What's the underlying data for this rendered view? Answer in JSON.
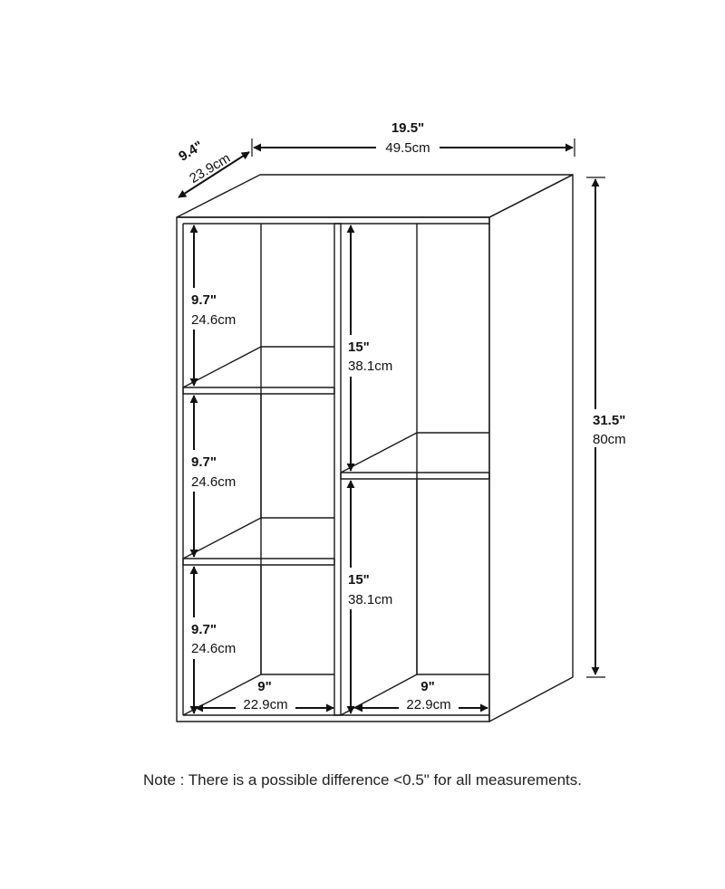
{
  "dimensions": {
    "width": {
      "inch": "19.5\"",
      "cm": "49.5cm"
    },
    "depth": {
      "inch": "9.4\"",
      "cm": "23.9cm"
    },
    "height": {
      "inch": "31.5\"",
      "cm": "80cm"
    },
    "left_column_compartments": [
      {
        "inch": "9.7\"",
        "cm": "24.6cm"
      },
      {
        "inch": "9.7\"",
        "cm": "24.6cm"
      },
      {
        "inch": "9.7\"",
        "cm": "24.6cm"
      }
    ],
    "right_column_compartments": [
      {
        "inch": "15\"",
        "cm": "38.1cm"
      },
      {
        "inch": "15\"",
        "cm": "38.1cm"
      }
    ],
    "interior_widths": [
      {
        "inch": "9\"",
        "cm": "22.9cm"
      },
      {
        "inch": "9\"",
        "cm": "22.9cm"
      }
    ]
  },
  "note": "Note : There is a possible difference <0.5\" for all measurements.",
  "colors": {
    "line": "#1a1a1a",
    "background": "#ffffff"
  }
}
